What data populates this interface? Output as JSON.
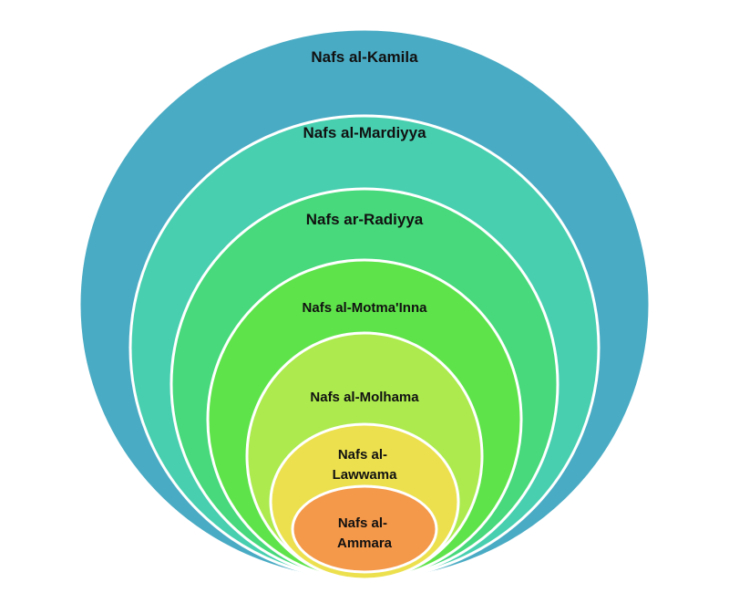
{
  "diagram": {
    "stroke_color": "#ffffff",
    "levels": [
      {
        "label": "Nafs al-Kamila",
        "color": "#4aabc4"
      },
      {
        "label": "Nafs al-Mardiyya",
        "color": "#48cfb0"
      },
      {
        "label": "Nafs ar-Radiyya",
        "color": "#47d97b"
      },
      {
        "label": "Nafs al-Motma'Inna",
        "color": "#5fe34a"
      },
      {
        "label": "Nafs al-Molhama",
        "color": "#acea4e"
      },
      {
        "label_lines": [
          "Nafs al-",
          "Lawwama"
        ],
        "color": "#ece04f"
      },
      {
        "label_lines": [
          "Nafs al-",
          "Ammara"
        ],
        "color": "#f4984a"
      }
    ]
  }
}
